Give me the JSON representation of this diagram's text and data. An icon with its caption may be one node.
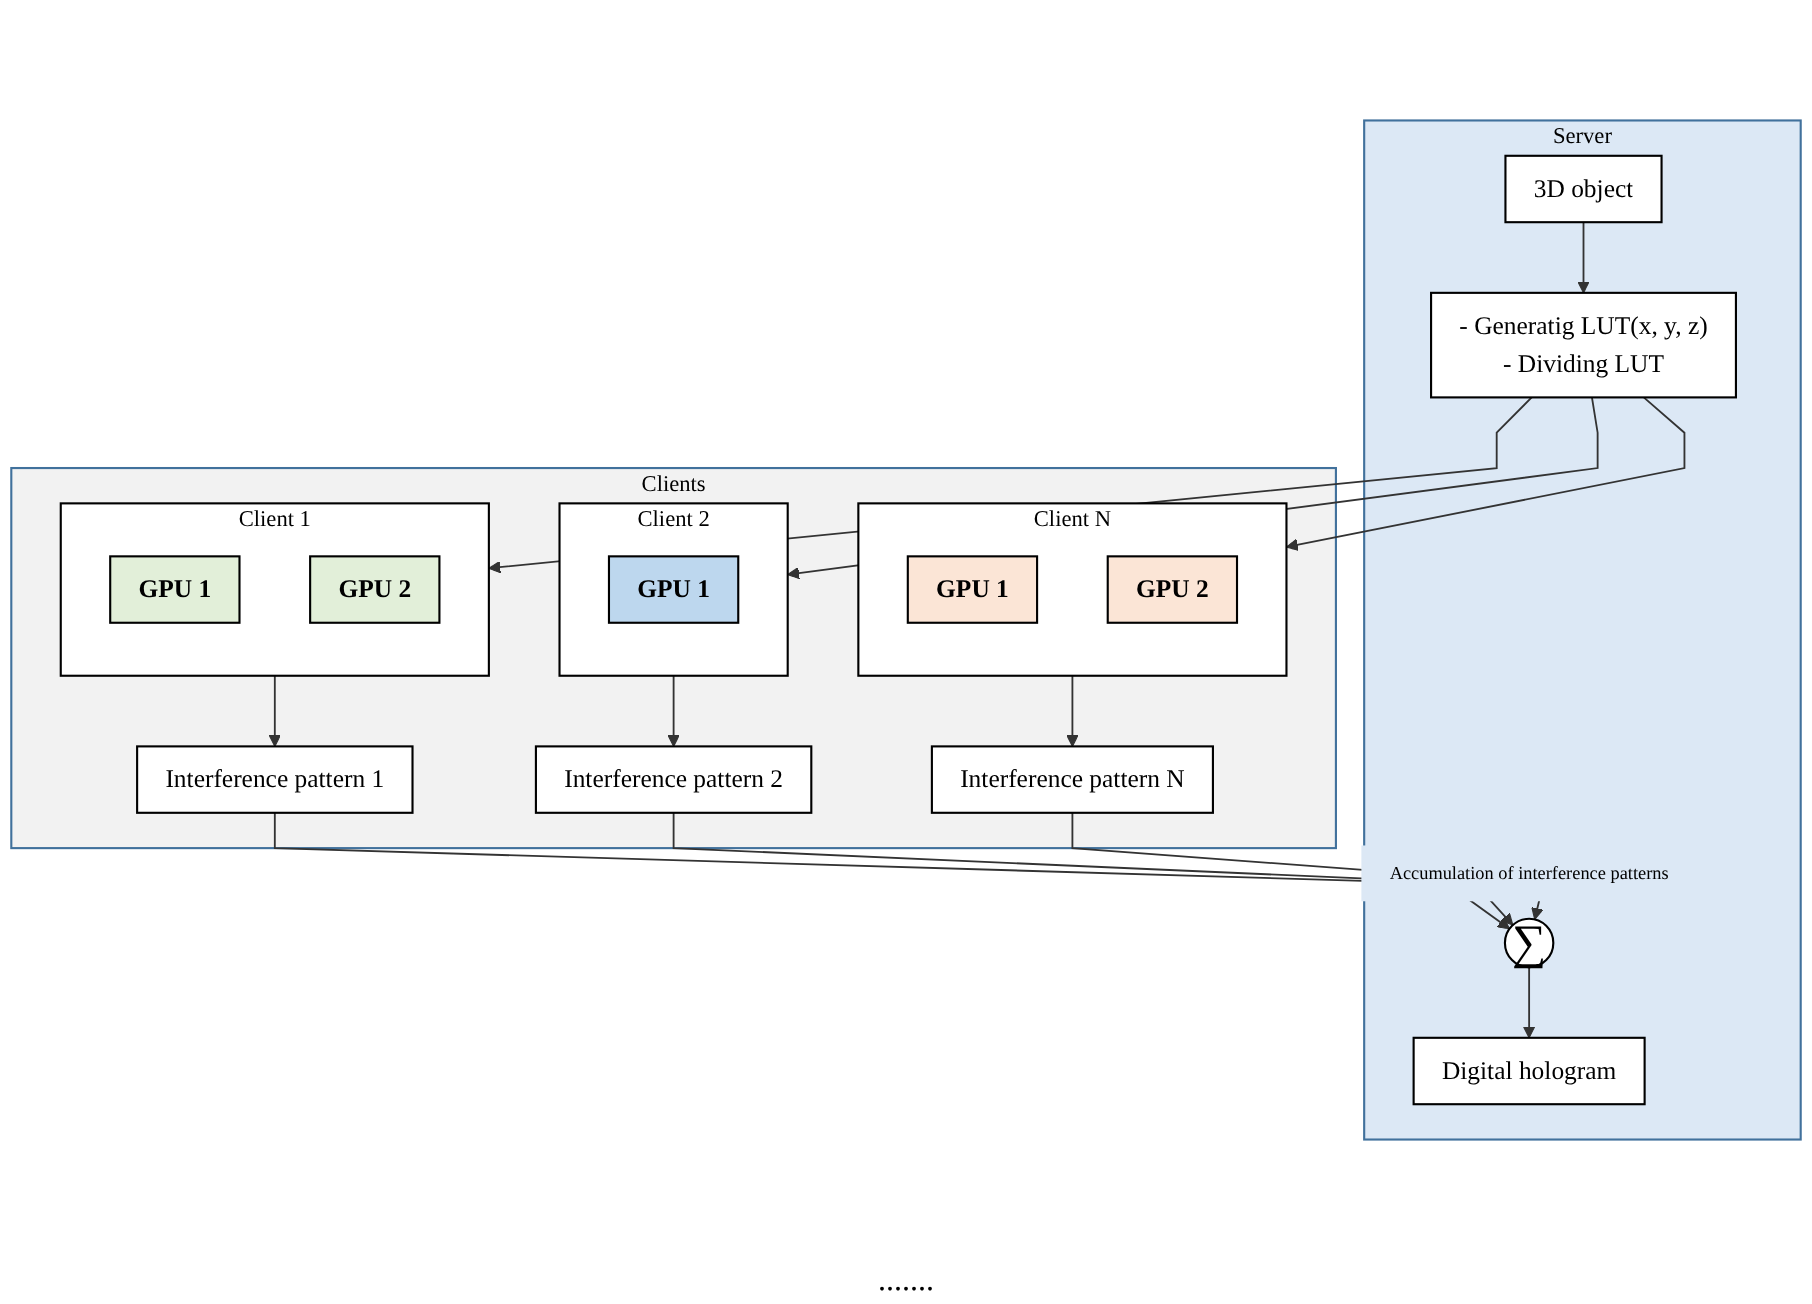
{
  "diagram": {
    "nodes": [
      {
        "text": [
          "Server"
        ]
      },
      {
        "text": [
          "3D object"
        ],
        "in": 0
      },
      {
        "text": [
          "- Generatig LUT(x, y, z)",
          "- Dividing LUT"
        ],
        "in": 0
      },
      {
        "text": [
          "Digital hologram"
        ],
        "in": 0
      },
      {
        "text": [
          "∑"
        ],
        "in": 0,
        "beside": [
          "Accumulation of interference patterns"
        ]
      },
      {
        "text": [
          "Clients"
        ]
      },
      {
        "text": [
          "Client 1"
        ],
        "in": 5
      },
      {
        "text": [
          "GPU 1"
        ],
        "in": 6
      },
      {
        "text": [
          "GPU 2"
        ],
        "in": 6
      },
      {
        "text": [
          "Client 2"
        ],
        "in": 5
      },
      {
        "text": [
          "GPU 1"
        ],
        "in": 9
      },
      {
        "text": [
          "Client N"
        ],
        "in": 5
      },
      {
        "text": [
          "GPU 1"
        ],
        "in": 11
      },
      {
        "text": [
          "GPU 2"
        ],
        "in": 11
      },
      {
        "text": [
          "Interference pattern 1"
        ],
        "in": 5
      },
      {
        "text": [
          "Interference pattern 2"
        ],
        "in": 5
      },
      {
        "text": [
          "Interference pattern N"
        ],
        "in": 5
      }
    ],
    "edges": [
      {
        "from": 1,
        "to": 2,
        "arrow": "to"
      },
      {
        "from": 2,
        "to": 6,
        "arrow": "to"
      },
      {
        "from": 2,
        "to": 9,
        "arrow": "to"
      },
      {
        "from": 2,
        "to": 11,
        "arrow": "to"
      },
      {
        "from": 6,
        "to": 14,
        "arrow": "to"
      },
      {
        "from": 9,
        "to": 15,
        "arrow": "to"
      },
      {
        "from": 11,
        "to": 16,
        "arrow": "to"
      },
      {
        "from": 14,
        "to": 4,
        "arrow": "to"
      },
      {
        "from": 15,
        "to": 4,
        "arrow": "to"
      },
      {
        "from": 16,
        "to": 4,
        "arrow": "to"
      },
      {
        "from": 4,
        "to": 3,
        "arrow": "to"
      }
    ],
    "labels": [
      "......."
    ]
  }
}
